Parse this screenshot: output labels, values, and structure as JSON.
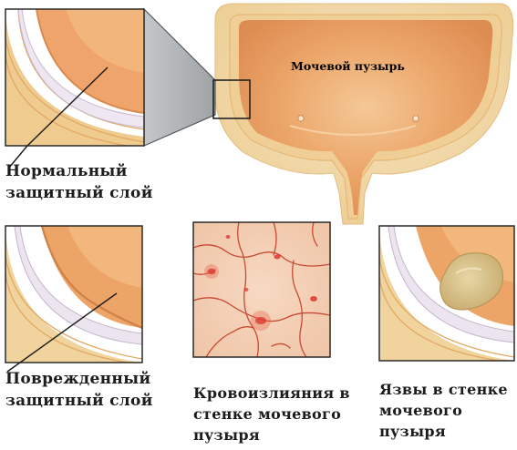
{
  "bladder": {
    "label": "Мочевой пузырь"
  },
  "panels": {
    "normal": {
      "line1": "Нормальный",
      "line2": "защитный слой"
    },
    "damaged": {
      "line1": "Поврежденный",
      "line2": "защитный слой"
    },
    "hemorrhage": {
      "line1": "Кровоизлияния в",
      "line2": "стенке мочевого",
      "line3": "пузыря"
    },
    "ulcers": {
      "line1": "Язвы в стенке",
      "line2": "мочевого",
      "line3": "пузыря"
    }
  },
  "colors": {
    "tissue_outer": "#f2d9a8",
    "tissue_inner": "#e8b878",
    "lumen": "#e9a068",
    "mucosa": "#ece4ee",
    "callout": "#a9acae",
    "blood": "#d8302a",
    "ulcer": "#d8c48e"
  }
}
